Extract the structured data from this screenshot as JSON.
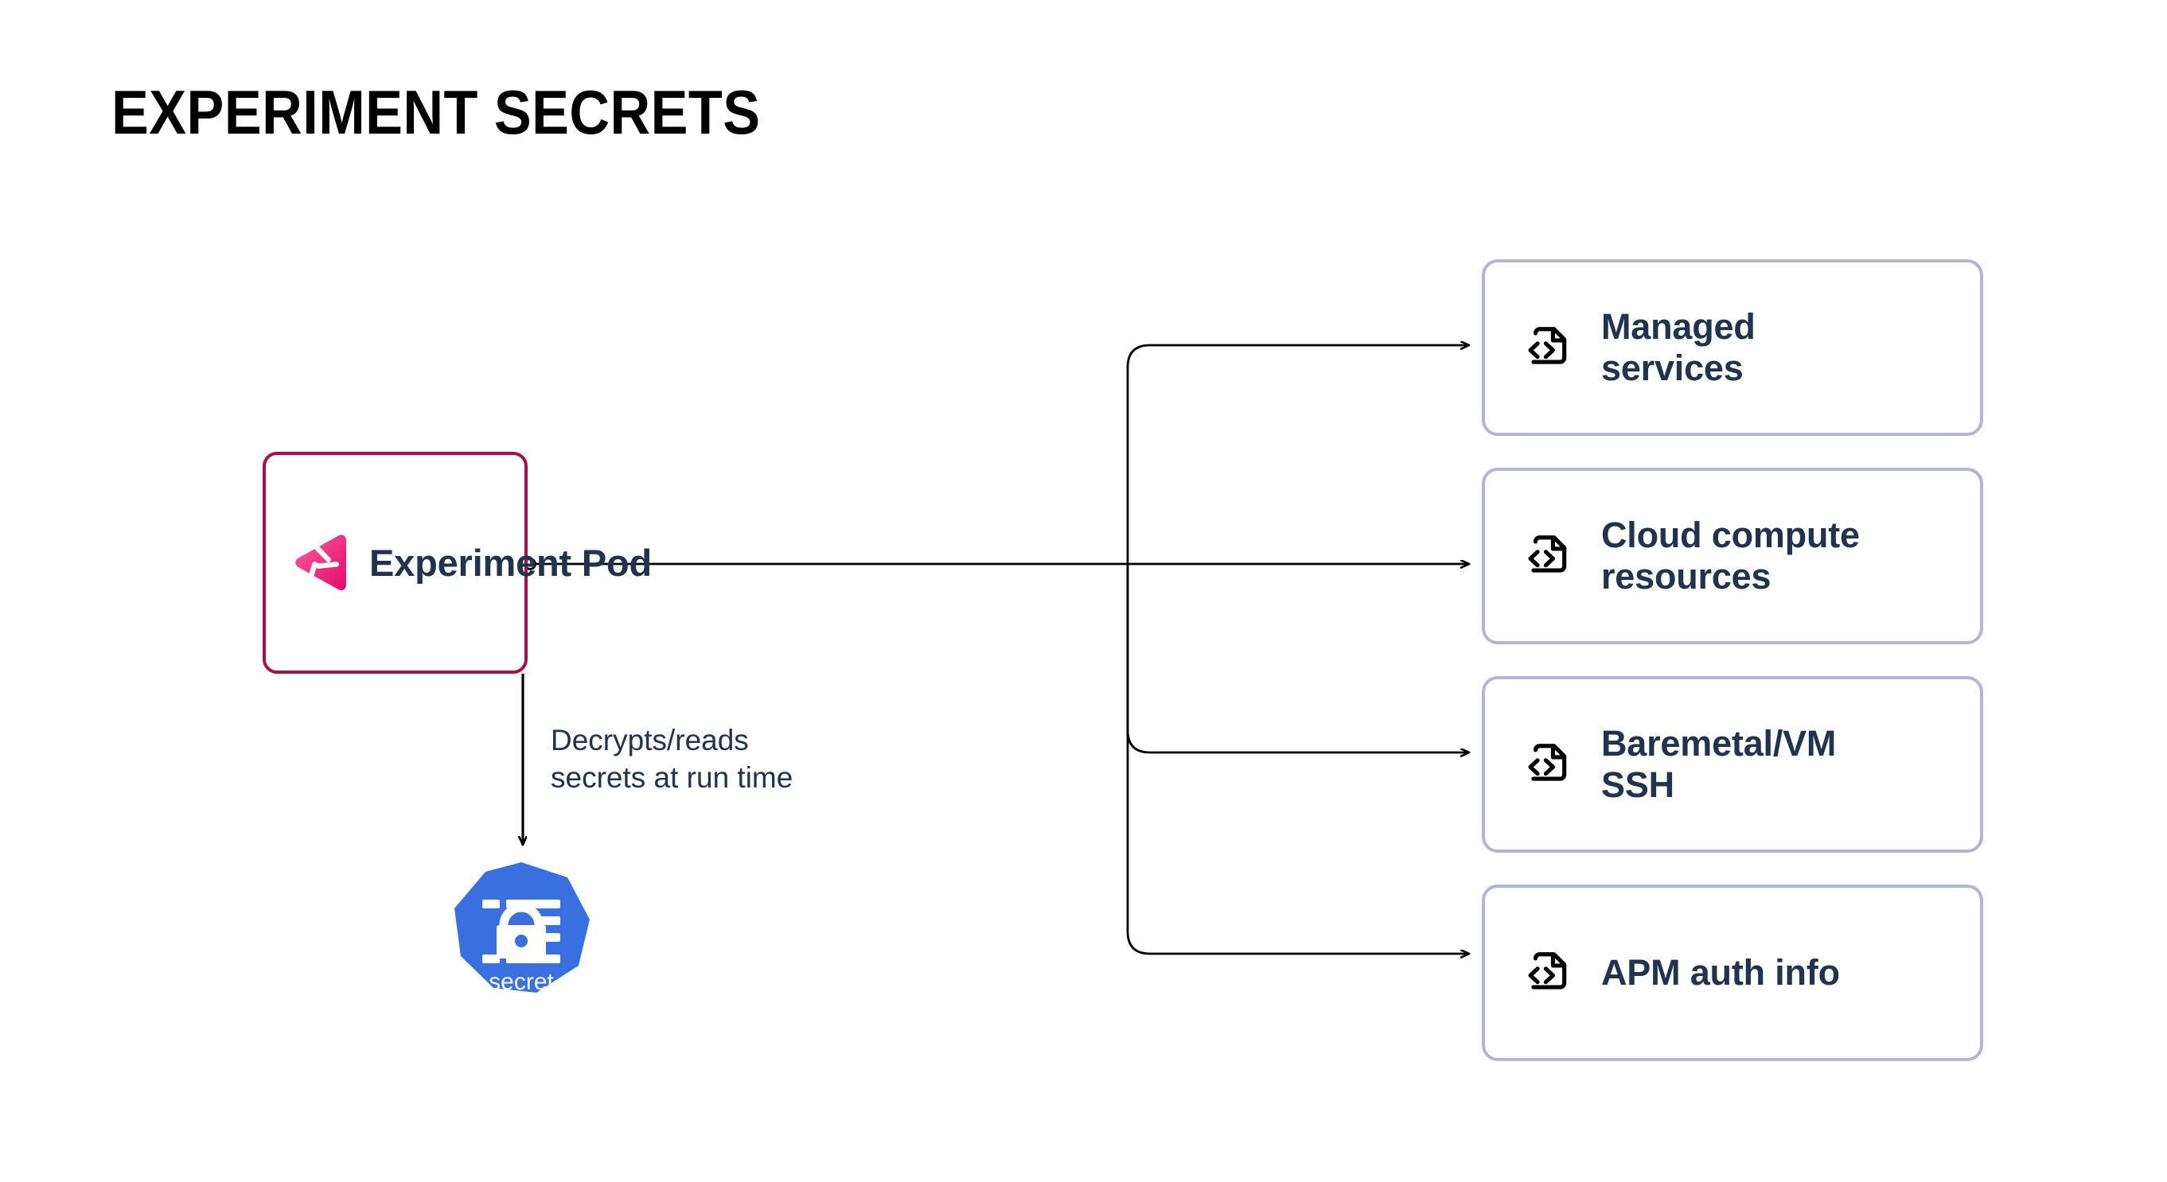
{
  "page": {
    "title": "EXPERIMENT SECRETS",
    "background_color": "#FFFFFF"
  },
  "colors": {
    "pod_border": "#A90F4B",
    "card_border": "#B4B5D2",
    "text_navy": "#20344E",
    "edge_stroke": "#000000",
    "secret_blue": "#3A6FE0",
    "logo_pink_light": "#F4558D",
    "logo_pink_dark": "#E2187A"
  },
  "diagram": {
    "type": "flow-diagram",
    "source_node": {
      "id": "experiment-pod",
      "label": "Experiment Pod",
      "icon": "gremlin-logo-icon",
      "border_color": "#A90F4B"
    },
    "secret_node": {
      "id": "kubernetes-secret",
      "label": "secret",
      "icon": "kubernetes-secret-icon",
      "shape": "heptagon",
      "fill_color": "#3A6FE0"
    },
    "edges": [
      {
        "from": "experiment-pod",
        "to": "kubernetes-secret",
        "label": "Decrypts/reads\nsecrets at run time",
        "direction": "down",
        "arrow": true
      },
      {
        "from": "experiment-pod",
        "to": "managed-services",
        "direction": "right",
        "arrow": true
      },
      {
        "from": "experiment-pod",
        "to": "cloud-compute-resources",
        "direction": "right",
        "arrow": true
      },
      {
        "from": "experiment-pod",
        "to": "baremetal-vm-ssh",
        "direction": "right",
        "arrow": true
      },
      {
        "from": "experiment-pod",
        "to": "apm-auth-info",
        "direction": "right",
        "arrow": true
      }
    ],
    "target_cards": [
      {
        "id": "managed-services",
        "label": "Managed\nservices",
        "icon": "code-file-icon"
      },
      {
        "id": "cloud-compute-resources",
        "label": "Cloud compute\nresources",
        "icon": "code-file-icon"
      },
      {
        "id": "baremetal-vm-ssh",
        "label": "Baremetal/VM\nSSH",
        "icon": "code-file-icon"
      },
      {
        "id": "apm-auth-info",
        "label": "APM auth info",
        "icon": "code-file-icon"
      }
    ]
  }
}
